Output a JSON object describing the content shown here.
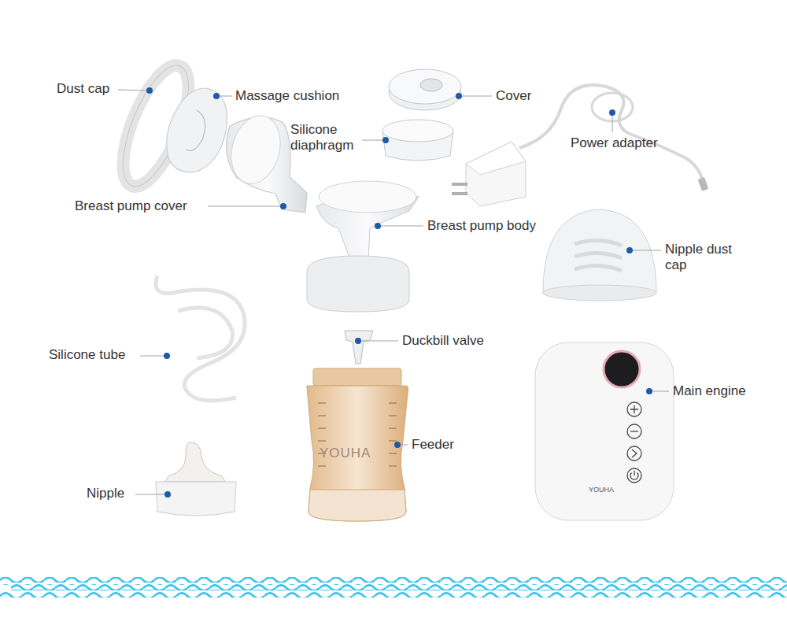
{
  "diagram": {
    "labels": [
      "Dust cap",
      "Massage cushion",
      "Cover",
      "Silicone diaphragm",
      "Power adapter",
      "Breast pump cover",
      "Breast pump body",
      "Nipple dust cap",
      "Silicone tube",
      "Duckbill valve",
      "Main engine",
      "Feeder",
      "YOUHA",
      "Nipple",
      "YOUHA"
    ]
  }
}
